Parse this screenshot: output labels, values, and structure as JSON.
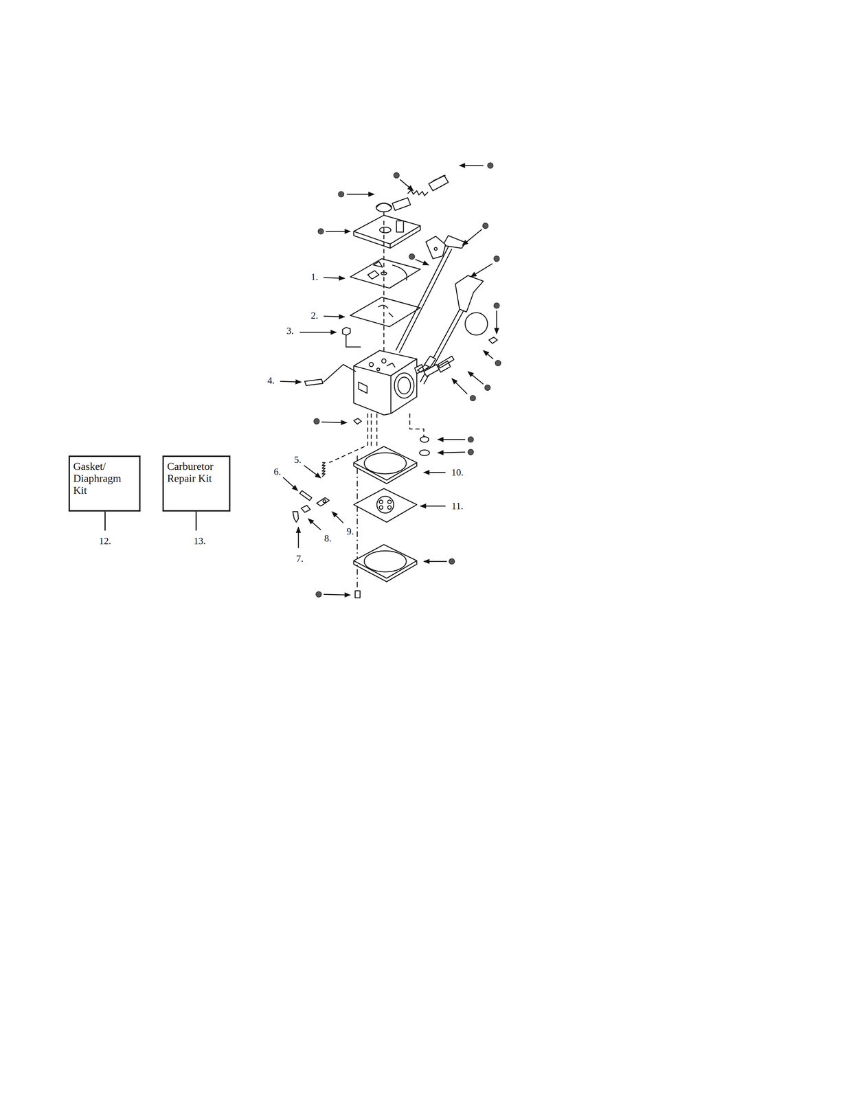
{
  "diagram": {
    "nodes": [
      {
        "text": [
          "Gasket/ Diaphragm Kit"
        ]
      },
      {
        "text": [
          "Carburetor Repair Kit"
        ]
      }
    ],
    "labels": [
      "1.",
      "2.",
      "3.",
      "4.",
      "5.",
      "6.",
      "7.",
      "8.",
      "9.",
      "10.",
      "11.",
      "12.",
      "13."
    ]
  }
}
